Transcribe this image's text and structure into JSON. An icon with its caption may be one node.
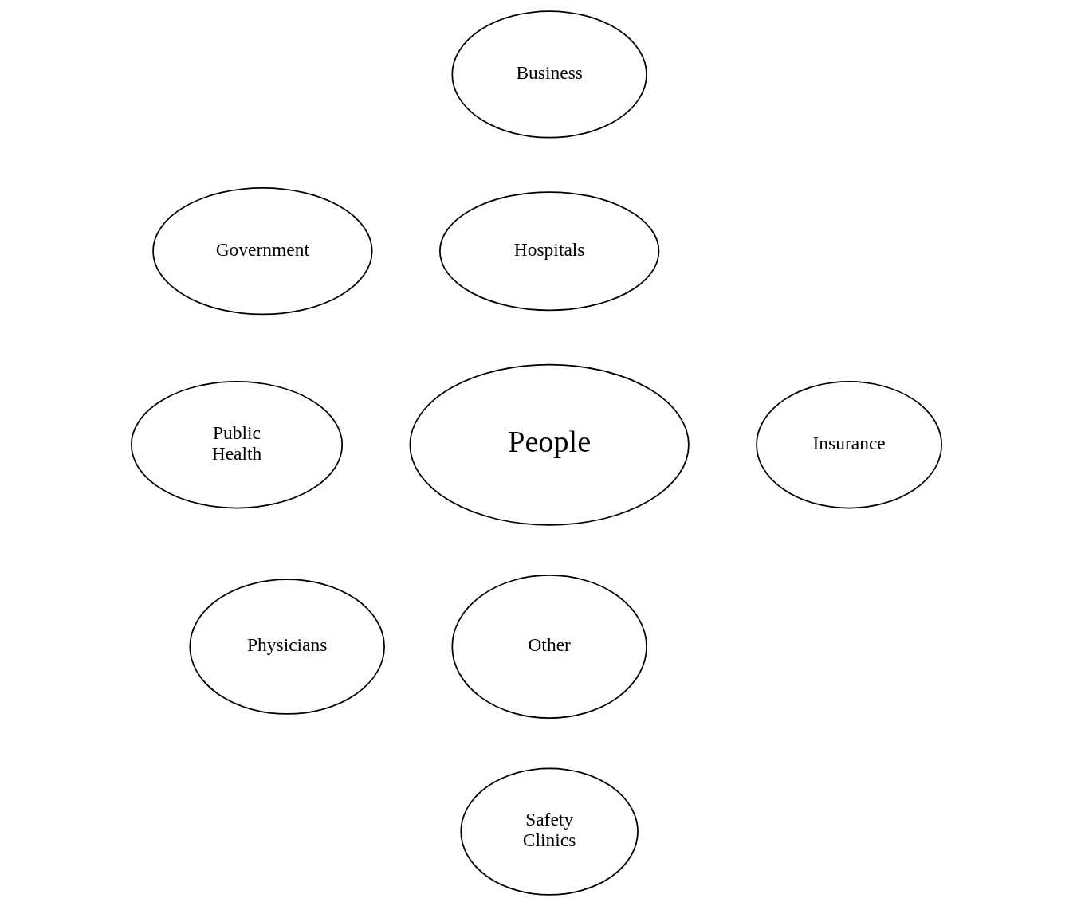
{
  "diagram": {
    "nodes": [
      {
        "text": [
          "Business"
        ]
      },
      {
        "text": [
          "Government"
        ]
      },
      {
        "text": [
          "Hospitals"
        ]
      },
      {
        "text": [
          "Public Health"
        ]
      },
      {
        "text": [
          "People"
        ]
      },
      {
        "text": [
          "Insurance"
        ]
      },
      {
        "text": [
          "Physicians"
        ]
      },
      {
        "text": [
          "Other"
        ]
      },
      {
        "text": [
          "Safety Clinics"
        ]
      }
    ]
  }
}
